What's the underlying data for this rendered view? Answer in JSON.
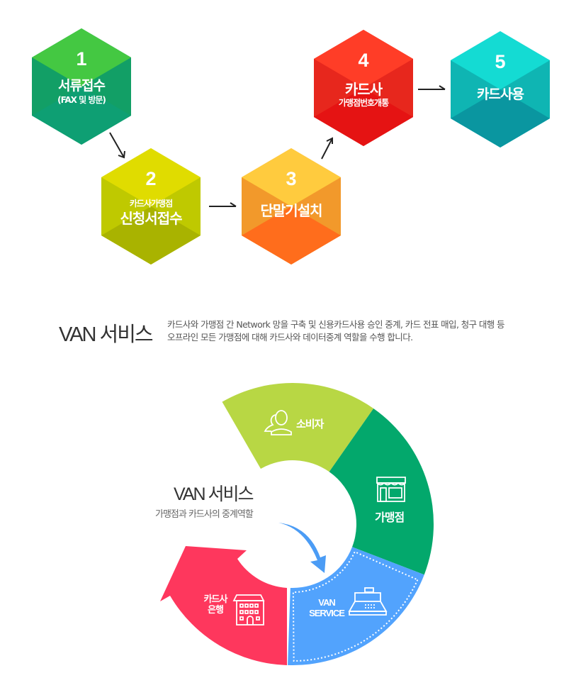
{
  "process": {
    "steps": [
      {
        "number": "1",
        "title": "서류접수",
        "subtitle": "(FAX 및 방문)",
        "colors": {
          "top": "#44c842",
          "main": "#13a86c",
          "bottom": "#0e9f73"
        }
      },
      {
        "number": "2",
        "subtitle": "카드사가맹점",
        "title": "신청서접수",
        "colors": {
          "top": "#e0dc00",
          "main": "#cad400",
          "bottom": "#a9b300"
        }
      },
      {
        "number": "3",
        "title": "단말기설치",
        "colors": {
          "top": "#ffcb3e",
          "main": "#ffa22e",
          "bottom": "#ff6d1c"
        }
      },
      {
        "number": "4",
        "title": "카드사",
        "subtitle": "가맹점번호개통",
        "colors": {
          "top": "#ff3d27",
          "main": "#f42a1f",
          "bottom": "#e51313"
        }
      },
      {
        "number": "5",
        "title": "카드사용",
        "colors": {
          "top": "#14dbd3",
          "main": "#10bfbd",
          "bottom": "#0a96a0"
        }
      }
    ]
  },
  "van_section": {
    "title": "VAN 서비스",
    "description_line1": "카드사와 가맹점 간 Network 망을 구축 및 신용카드사용 승인 중계, 카드 전표 매입, 청구 대행 등",
    "description_line2": "오프라인 모든 가맹점에 대해 카드사와 데이터중계 역할을 수행 합니다."
  },
  "cycle": {
    "center_title": "VAN 서비스",
    "center_subtitle": "가맹점과 카드사의 중계역할",
    "segments": {
      "consumer": {
        "label": "소비자",
        "color": "#b8d744"
      },
      "merchant": {
        "label": "가맹점",
        "color": "#03a86c"
      },
      "van": {
        "label_line1": "VAN",
        "label_line2": "SERVICE",
        "color": "#52a3fd"
      },
      "card": {
        "label_line1": "카드사",
        "label_line2": "은행",
        "color": "#fe375d"
      }
    },
    "arrow_color": "#4b9cf5"
  }
}
